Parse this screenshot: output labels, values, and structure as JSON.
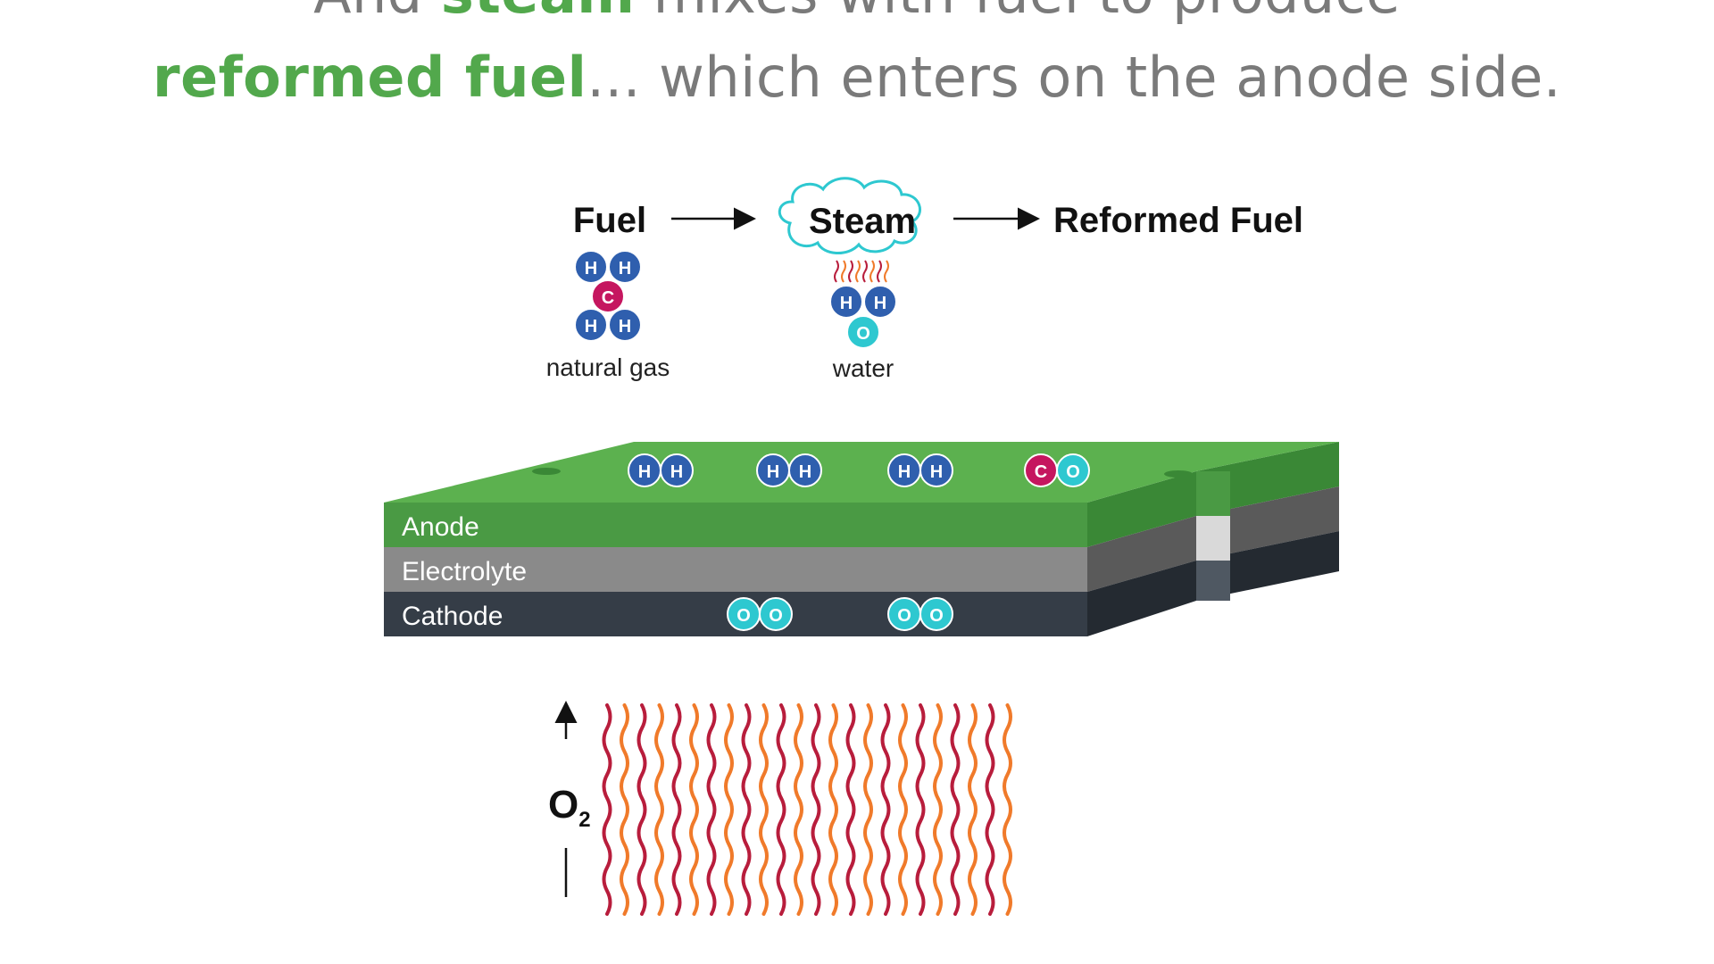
{
  "headline": {
    "line1_pre": "And ",
    "line1_em": "steam",
    "line1_post": " mixes with fuel to produce",
    "line2_em": "reformed fuel",
    "line2_post": "...  which enters on the anode side."
  },
  "flow": {
    "fuel": "Fuel",
    "steam": "Steam",
    "reformed": "Reformed Fuel"
  },
  "fuel_molecule": {
    "caption": "natural gas",
    "atoms": {
      "h": "H",
      "c": "C"
    }
  },
  "water_molecule": {
    "caption": "water",
    "atoms": {
      "h": "H",
      "o": "O"
    }
  },
  "cell": {
    "anode": "Anode",
    "electrolyte": "Electrolyte",
    "cathode": "Cathode",
    "top_molecules": [
      {
        "kind": "H2",
        "atoms": [
          "H",
          "H"
        ]
      },
      {
        "kind": "H2",
        "atoms": [
          "H",
          "H"
        ]
      },
      {
        "kind": "H2",
        "atoms": [
          "H",
          "H"
        ]
      },
      {
        "kind": "CO",
        "atoms": [
          "C",
          "O"
        ]
      }
    ],
    "cathode_molecules": [
      {
        "kind": "O2",
        "atoms": [
          "O",
          "O"
        ]
      },
      {
        "kind": "O2",
        "atoms": [
          "O",
          "O"
        ]
      }
    ]
  },
  "air": {
    "label": "O",
    "subscript": "2"
  },
  "colors": {
    "hydrogen": "#2f5fae",
    "carbon": "#c5165f",
    "oxygen": "#2ec8d0",
    "anode_front": "#4a9a44",
    "anode_top": "#5cb14f",
    "electrolyte": "#8a8a8a",
    "cathode": "#353d47",
    "wave_dark": "#b81d3c",
    "wave_orange": "#f07a2a",
    "headline_gray": "#7a7a7a",
    "headline_green": "#52a84c"
  }
}
